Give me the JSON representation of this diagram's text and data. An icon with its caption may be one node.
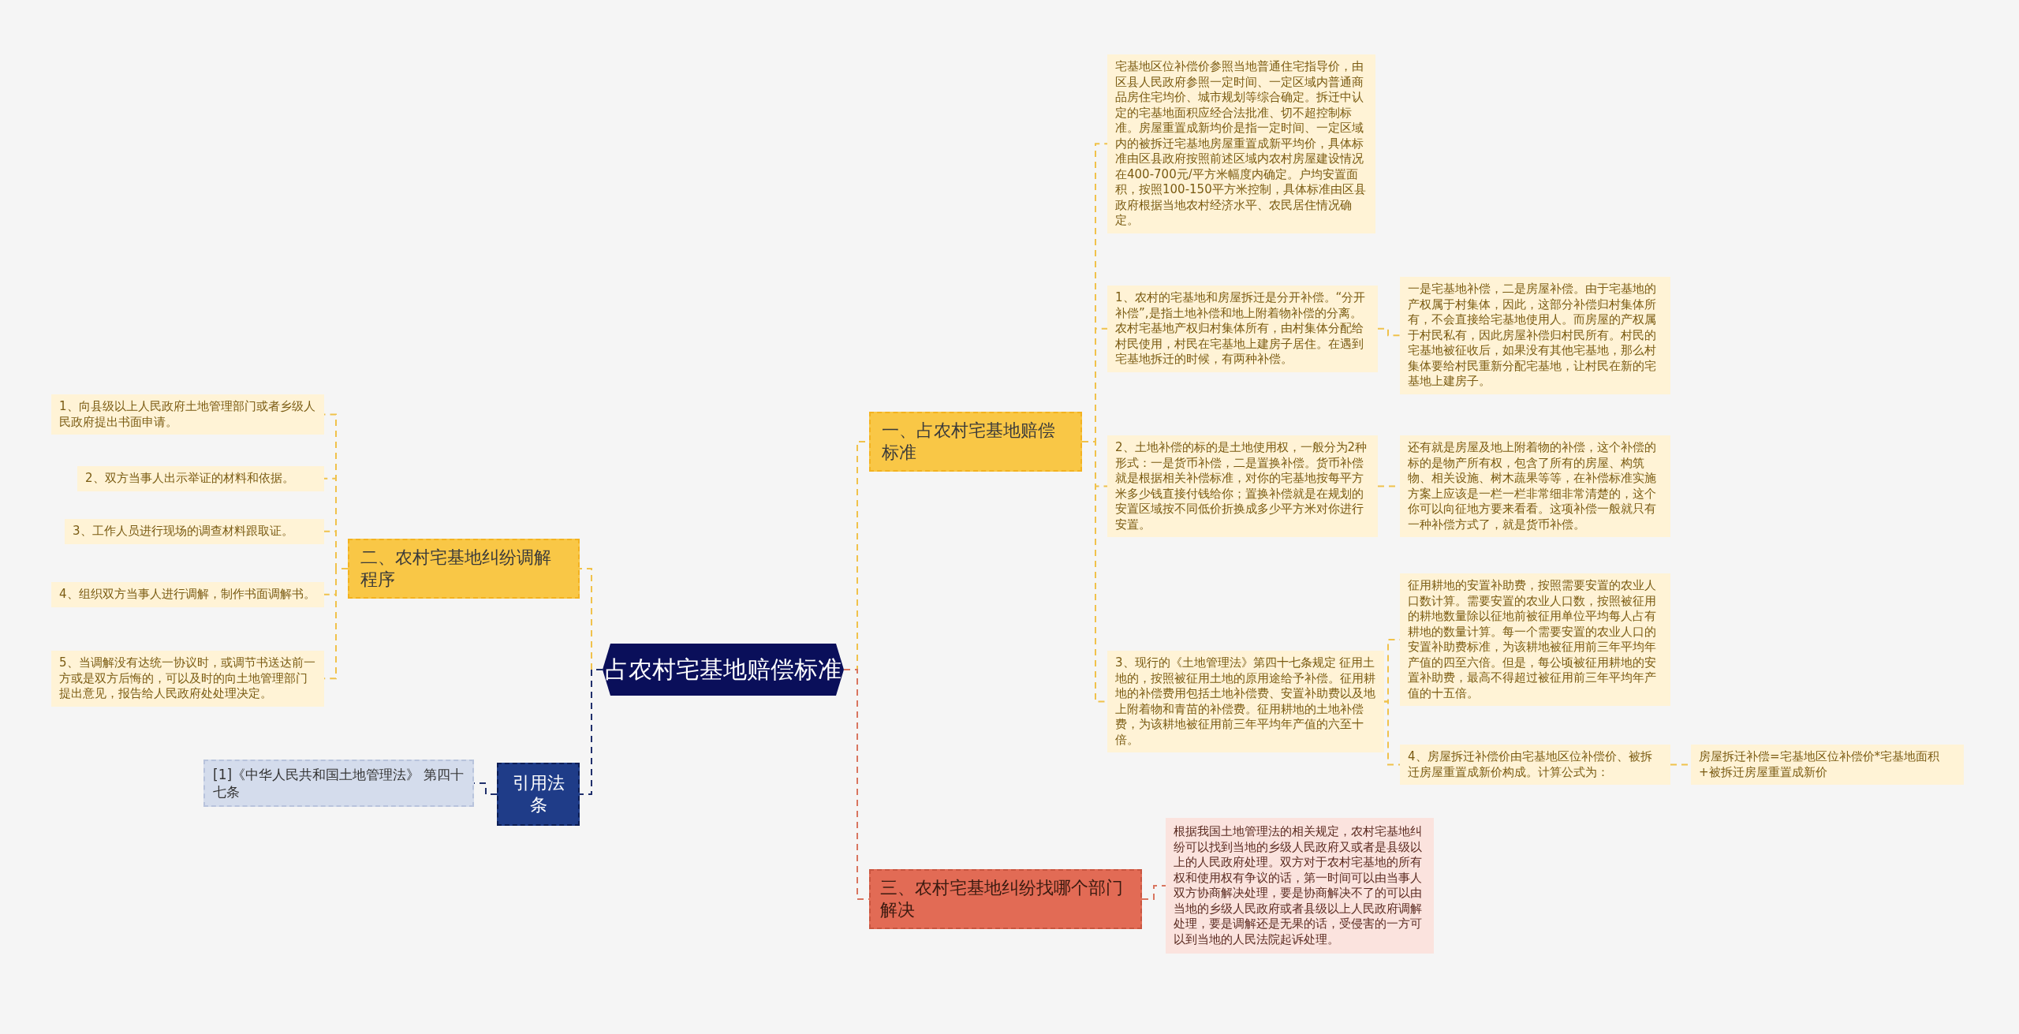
{
  "diagram": {
    "nodes": [
      {
        "text": [
          "占农村宅基地赔偿标准"
        ]
      },
      {
        "text": [
          "一、占农村宅基地赔偿标准"
        ]
      },
      {
        "text": [
          "宅基地区位补偿价参照当地普通住宅指导价，由区县人民政府参照一定时间、一定区域内普通商品房住宅均价、城市规划等综合确定。拆迁中认定的宅基地面积应经合法批准、切不超控制标准。房屋重置成新均价是指一定时间、一定区域内的被拆迁宅基地房屋重置成新平均价，具体标准由区县政府按照前述区域内农村房屋建设情况在400-700元/平方米幅度内确定。户均安置面积，按照100-150平方米控制，具体标准由区县政府根据当地农村经济水平、农民居住情况确定。"
        ]
      },
      {
        "text": [
          "1、农村的宅基地和房屋拆迁是分开补偿。“分开补偿”,是指土地补偿和地上附着物补偿的分离。农村宅基地产权归村集体所有，由村集体分配给村民使用，村民在宅基地上建房子居住。在遇到宅基地拆迁的时候，有两种补偿。"
        ]
      },
      {
        "text": [
          "一是宅基地补偿，二是房屋补偿。由于宅基地的产权属于村集体，因此，这部分补偿归村集体所有，不会直接给宅基地使用人。而房屋的产权属于村民私有，因此房屋补偿归村民所有。村民的宅基地被征收后，如果没有其他宅基地，那么村集体要给村民重新分配宅基地，让村民在新的宅基地上建房子。"
        ]
      },
      {
        "text": [
          "2、土地补偿的标的是土地使用权，一般分为2种形式：一是货币补偿，二是置换补偿。货币补偿就是根据相关补偿标准，对你的宅基地按每平方米多少钱直接付钱给你；置换补偿就是在规划的安置区域按不同低价折换成多少平方米对你进行安置。"
        ]
      },
      {
        "text": [
          "还有就是房屋及地上附着物的补偿，这个补偿的标的是物产所有权，包含了所有的房屋、构筑物、相关设施、树木蔬果等等，在补偿标准实施方案上应该是一栏一栏非常细非常清楚的，这个你可以向征地方要来看看。这项补偿一般就只有一种补偿方式了，就是货币补偿。"
        ]
      },
      {
        "text": [
          "3、现行的《土地管理法》第四十七条规定 征用土地的，按照被征用土地的原用途给予补偿。征用耕地的补偿费用包括土地补偿费、安置补助费以及地上附着物和青苗的补偿费。征用耕地的土地补偿费，为该耕地被征用前三年平均年产值的六至十倍。"
        ]
      },
      {
        "text": [
          "征用耕地的安置补助费，按照需要安置的农业人口数计算。需要安置的农业人口数，按照被征用的耕地数量除以征地前被征用单位平均每人占有耕地的数量计算。每一个需要安置的农业人口的安置补助费标准，为该耕地被征用前三年平均年产值的四至六倍。但是，每公顷被征用耕地的安置补助费，最高不得超过被征用前三年平均年产值的十五倍。"
        ]
      },
      {
        "text": [
          "4、房屋拆迁补偿价由宅基地区位补偿价、被拆迁房屋重置成新价构成。计算公式为："
        ]
      },
      {
        "text": [
          "房屋拆迁补偿=宅基地区位补偿价*宅基地面积+被拆迁房屋重置成新价"
        ]
      },
      {
        "text": [
          "二、农村宅基地纠纷调解程序"
        ]
      },
      {
        "text": [
          "1、向县级以上人民政府土地管理部门或者乡级人民政府提出书面申请。"
        ]
      },
      {
        "text": [
          "2、双方当事人出示举证的材料和依据。"
        ]
      },
      {
        "text": [
          "3、工作人员进行现场的调查材料跟取证。"
        ]
      },
      {
        "text": [
          "4、组织双方当事人进行调解，制作书面调解书。"
        ]
      },
      {
        "text": [
          "5、当调解没有达统一协议时，或调节书送达前一方或是双方后悔的，可以及时的向土地管理部门提出意见，报告给人民政府处处理决定。"
        ]
      },
      {
        "text": [
          "引用法条"
        ]
      },
      {
        "text": [
          "[1]《中华人民共和国土地管理法》 第四十七条"
        ]
      },
      {
        "text": [
          "三、农村宅基地纠纷找哪个部门解决"
        ]
      },
      {
        "text": [
          "根据我国土地管理法的相关规定，农村宅基地纠纷可以找到当地的乡级人民政府又或者是县级以上的人民政府处理。双方对于农村宅基地的所有权和使用权有争议的话，第一时间可以由当事人双方协商解决处理，要是协商解决不了的可以由当地的乡级人民政府或者县级以上人民政府调解处理，要是调解还是无果的话，受侵害的一方可以到当地的人民法院起诉处理。"
        ]
      }
    ],
    "edges": [
      {
        "from": 0,
        "to": 1,
        "arrow": "none",
        "style": "dashed"
      },
      {
        "from": 1,
        "to": 2,
        "arrow": "none",
        "style": "dashed"
      },
      {
        "from": 1,
        "to": 3,
        "arrow": "none",
        "style": "dashed"
      },
      {
        "from": 3,
        "to": 4,
        "arrow": "none",
        "style": "dashed"
      },
      {
        "from": 1,
        "to": 5,
        "arrow": "none",
        "style": "dashed"
      },
      {
        "from": 5,
        "to": 6,
        "arrow": "none",
        "style": "dashed"
      },
      {
        "from": 1,
        "to": 7,
        "arrow": "none",
        "style": "dashed"
      },
      {
        "from": 7,
        "to": 8,
        "arrow": "none",
        "style": "dashed"
      },
      {
        "from": 7,
        "to": 9,
        "arrow": "none",
        "style": "dashed"
      },
      {
        "from": 9,
        "to": 10,
        "arrow": "none",
        "style": "dashed"
      },
      {
        "from": 0,
        "to": 11,
        "arrow": "none",
        "style": "dashed"
      },
      {
        "from": 11,
        "to": 12,
        "arrow": "none",
        "style": "dashed"
      },
      {
        "from": 11,
        "to": 13,
        "arrow": "none",
        "style": "dashed"
      },
      {
        "from": 11,
        "to": 14,
        "arrow": "none",
        "style": "dashed"
      },
      {
        "from": 11,
        "to": 15,
        "arrow": "none",
        "style": "dashed"
      },
      {
        "from": 11,
        "to": 16,
        "arrow": "none",
        "style": "dashed"
      },
      {
        "from": 0,
        "to": 17,
        "arrow": "none",
        "style": "dashed",
        "color": "#1f2f6b"
      },
      {
        "from": 17,
        "to": 18,
        "arrow": "none",
        "style": "dashed",
        "color": "#1f2f6b"
      },
      {
        "from": 0,
        "to": 19,
        "arrow": "none",
        "style": "dashed",
        "color": "#d9755f"
      },
      {
        "from": 19,
        "to": 20,
        "arrow": "none",
        "style": "dashed",
        "color": "#d9755f"
      }
    ]
  }
}
